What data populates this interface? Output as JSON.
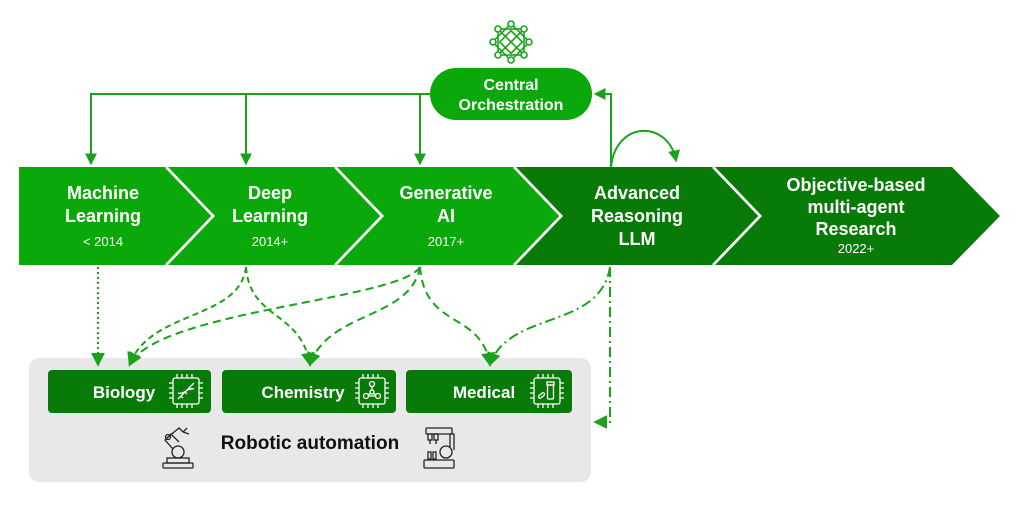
{
  "colors": {
    "bright_green": "#0aa80a",
    "dark_green": "#087a08",
    "line_green": "#1aa31a",
    "panel_gray": "#e8e8e8",
    "white": "#ffffff",
    "text_dark": "#111111"
  },
  "orchestrator": {
    "icon": "network-node-icon",
    "label_line1": "Central",
    "label_line2": "Orchestration"
  },
  "stages": [
    {
      "line1": "Machine",
      "line2": "Learning",
      "line3": "",
      "year": "< 2014",
      "shade": "bright"
    },
    {
      "line1": "Deep",
      "line2": "Learning",
      "line3": "",
      "year": "2014+",
      "shade": "bright"
    },
    {
      "line1": "Generative",
      "line2": "AI",
      "line3": "",
      "year": "2017+",
      "shade": "bright"
    },
    {
      "line1": "Advanced",
      "line2": "Reasoning",
      "line3": "LLM",
      "year": "",
      "shade": "dark"
    },
    {
      "line1": "Objective-based",
      "line2": "multi-agent",
      "line3": "Research",
      "year": "2022+",
      "shade": "dark"
    }
  ],
  "domains": [
    {
      "label": "Biology",
      "icon": "dna-chip-icon"
    },
    {
      "label": "Chemistry",
      "icon": "molecule-chip-icon"
    },
    {
      "label": "Medical",
      "icon": "pill-bottle-chip-icon"
    }
  ],
  "robotics": {
    "label": "Robotic automation",
    "left_icon": "robot-arm-icon",
    "right_icon": "lab-robot-icon"
  }
}
